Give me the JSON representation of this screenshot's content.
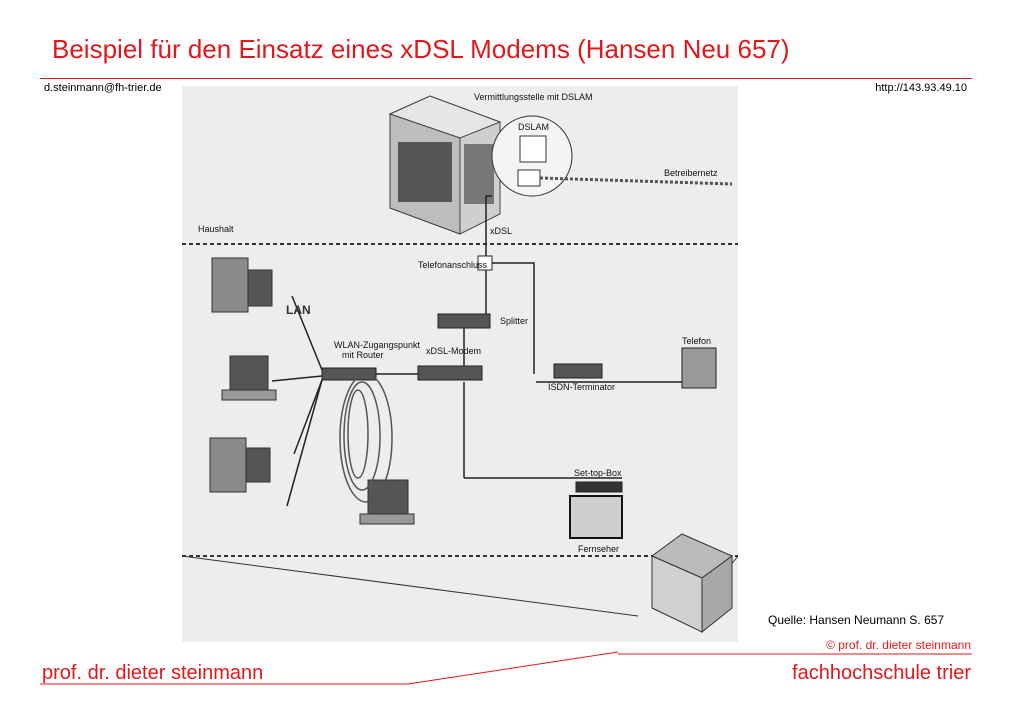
{
  "slide": {
    "title": "Beispiel für den Einsatz eines xDSL Modems (Hansen Neu 657)",
    "email": "d.steinmann@fh-trier.de",
    "url": "http://143.93.49.10",
    "source": "Quelle: Hansen Neumann S. 657",
    "copyright": "© prof. dr. dieter steinmann",
    "author": "prof. dr. dieter steinmann",
    "institution": "fachhochschule trier"
  },
  "diagram": {
    "exchange": "Vermittlungsstelle mit DSLAM",
    "dslam": "DSLAM",
    "carrier_network": "Betreibernetz",
    "household": "Haushalt",
    "xdsl_line": "xDSL",
    "phone_jack": "Telefonanschluss",
    "splitter": "Splitter",
    "lan": "LAN",
    "wlan_line1": "WLAN-Zugangspunkt",
    "wlan_line2": "mit Router",
    "modem": "xDSL-Modem",
    "phone": "Telefon",
    "isdn": "ISDN-Terminator",
    "settop": "Set-top-Box",
    "tv": "Fernseher"
  }
}
